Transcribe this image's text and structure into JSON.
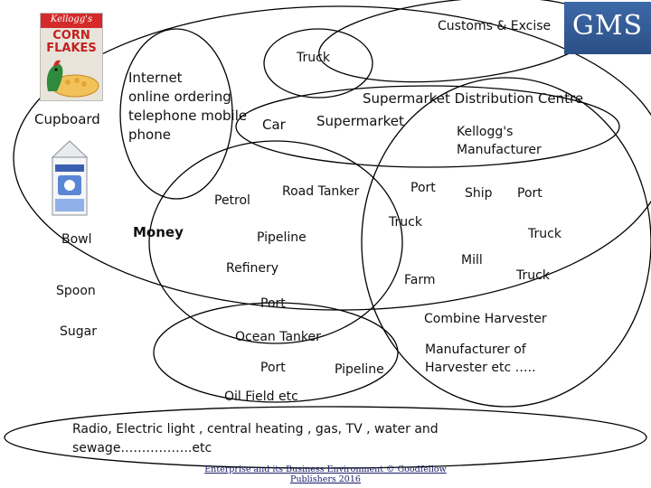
{
  "logo": {
    "text": "GMS"
  },
  "product_box": {
    "brand": "Kellogg's",
    "name_line1": "CORN",
    "name_line2": "FLAKES"
  },
  "labels": {
    "customs": "Customs & Excise",
    "truck_top": "Truck",
    "internet": "Internet",
    "online_ordering": "online ordering",
    "telephone": "telephone mobile",
    "phone": "phone",
    "car": "Car",
    "supermarket_dc": "Supermarket Distribution Centre",
    "supermarket": "Supermarket",
    "kelloggs": "Kellogg's",
    "manufacturer": "Manufacturer",
    "cupboard": "Cupboard",
    "petrol": "Petrol",
    "road_tanker": "Road Tanker",
    "port_mid": "Port",
    "ship": "Ship",
    "port_right": "Port",
    "bowl": "Bowl",
    "money": "Money",
    "pipeline_mid": "Pipeline",
    "truck_mid": "Truck",
    "truck_right": "Truck",
    "mill": "Mill",
    "refinery": "Refinery",
    "farm": "Farm",
    "truck_lower": "Truck",
    "spoon": "Spoon",
    "port_lower": "Port",
    "combine": "Combine Harvester",
    "sugar": "Sugar",
    "ocean_tanker": "Ocean Tanker",
    "manufacturer_of": "Manufacturer of",
    "harvester_etc": "Harvester etc …..",
    "port_bottom": "Port",
    "pipeline_bottom": "Pipeline",
    "oil_field": "Oil Field etc",
    "radio": "Radio, Electric light , central heating , gas, TV , water and",
    "sewage": "sewage……………..etc"
  },
  "footer": {
    "line1": "Enterprise and its Business Environment © Goodfellow",
    "line2": "Publishers 2016"
  }
}
